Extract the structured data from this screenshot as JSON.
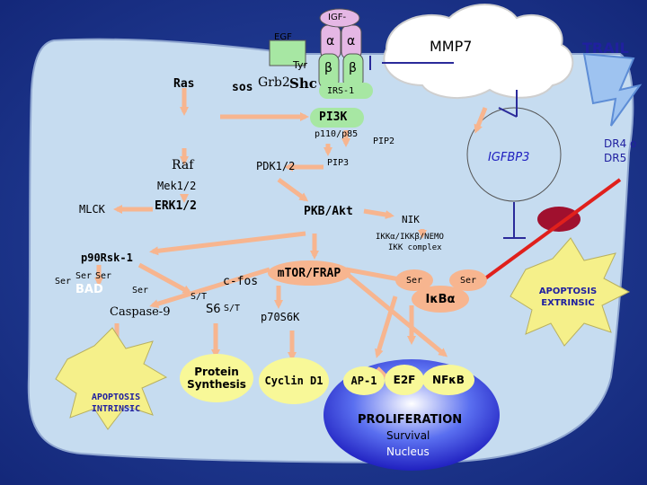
{
  "diagram": {
    "receptors": {
      "igf": "IGF-",
      "egf": "EGF",
      "alpha1": "α",
      "alpha2": "α",
      "beta1": "β",
      "beta2": "β",
      "tyr": "Tyr"
    },
    "nodes": {
      "mmp7": "MMP7",
      "trail": "TRAIL",
      "ras": "Ras",
      "sos": "sos",
      "grb2": "Grb2",
      "shc": "Shc",
      "irs1": "IRS-1",
      "pi3k": "PI3K",
      "p110": "p110/p85",
      "pip2": "PIP2",
      "pip3": "PIP3",
      "raf": "Raf",
      "pdk": "PDK1/2",
      "igfbp3": "IGFBP3",
      "dr": "DR4 o DR5",
      "mek": "Mek1/2",
      "mlck": "MLCK",
      "erk": "ERK1/2",
      "pkb": "PKB/Akt",
      "nik": "NIK",
      "ikk": "IKKα/IKKβ/NEMO",
      "ikk_complex": "IKK complex",
      "p90rsk": "p90Rsk-1",
      "ser_bad_left": "Ser",
      "ser_bad_top1": "Ser",
      "ser_bad_top2": "Ser",
      "bad": "BAD",
      "ser_casp": "Ser",
      "caspase9": "Caspase-9",
      "cfos": "c-fos",
      "st1": "S/T",
      "s6": "S6",
      "st2": "S/T",
      "mtor": "mTOR/FRAP",
      "p70s6k": "p70S6K",
      "ser_ikb1": "Ser",
      "ser_ikb2": "Ser",
      "ikb": "IκBα",
      "apoptosis_extrinsic": "APOPTOSIS EXTRINSIC",
      "apoptosis_intrinsic": "APOPTOSIS INTRINSIC",
      "protein_synthesis": "Protein Synthesis",
      "cyclin": "Cyclin D1",
      "ap1": "AP-1",
      "e2f": "E2F",
      "nfkb": "NFκB",
      "proliferation": "PROLIFERATION",
      "survival": "Survival",
      "nucleus": "Nucleus"
    },
    "colors": {
      "background": "#1f3a8c",
      "cell": "#c6dcf0",
      "arrow": "#f7b58f",
      "receptor": "#a7e7a3",
      "receptor_top": "#e5b7e5"
    }
  }
}
